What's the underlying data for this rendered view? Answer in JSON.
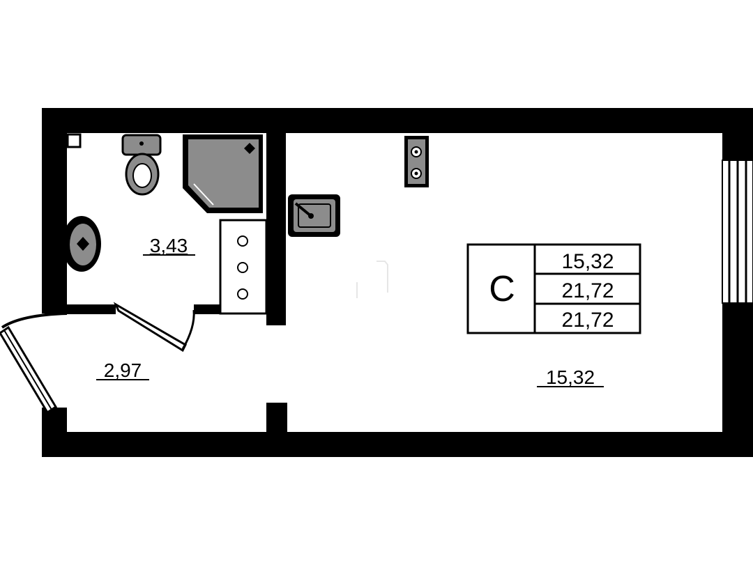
{
  "rooms": {
    "bathroom_area": "3,43",
    "hall_area": "2,97",
    "living_area": "15,32"
  },
  "legend": {
    "type_letter": "С",
    "living_area": "15,32",
    "total_area": "21,72",
    "total_area_with_balcony": "21,72"
  },
  "colors": {
    "wall": "#000000",
    "fixture_fill": "#8c8c8c",
    "background": "#ffffff"
  },
  "icons": [
    "toilet-icon",
    "shower-icon",
    "washbasin-icon",
    "kitchen-sink-icon",
    "stove-icon",
    "washer-icon",
    "window-icon",
    "door-icon"
  ]
}
